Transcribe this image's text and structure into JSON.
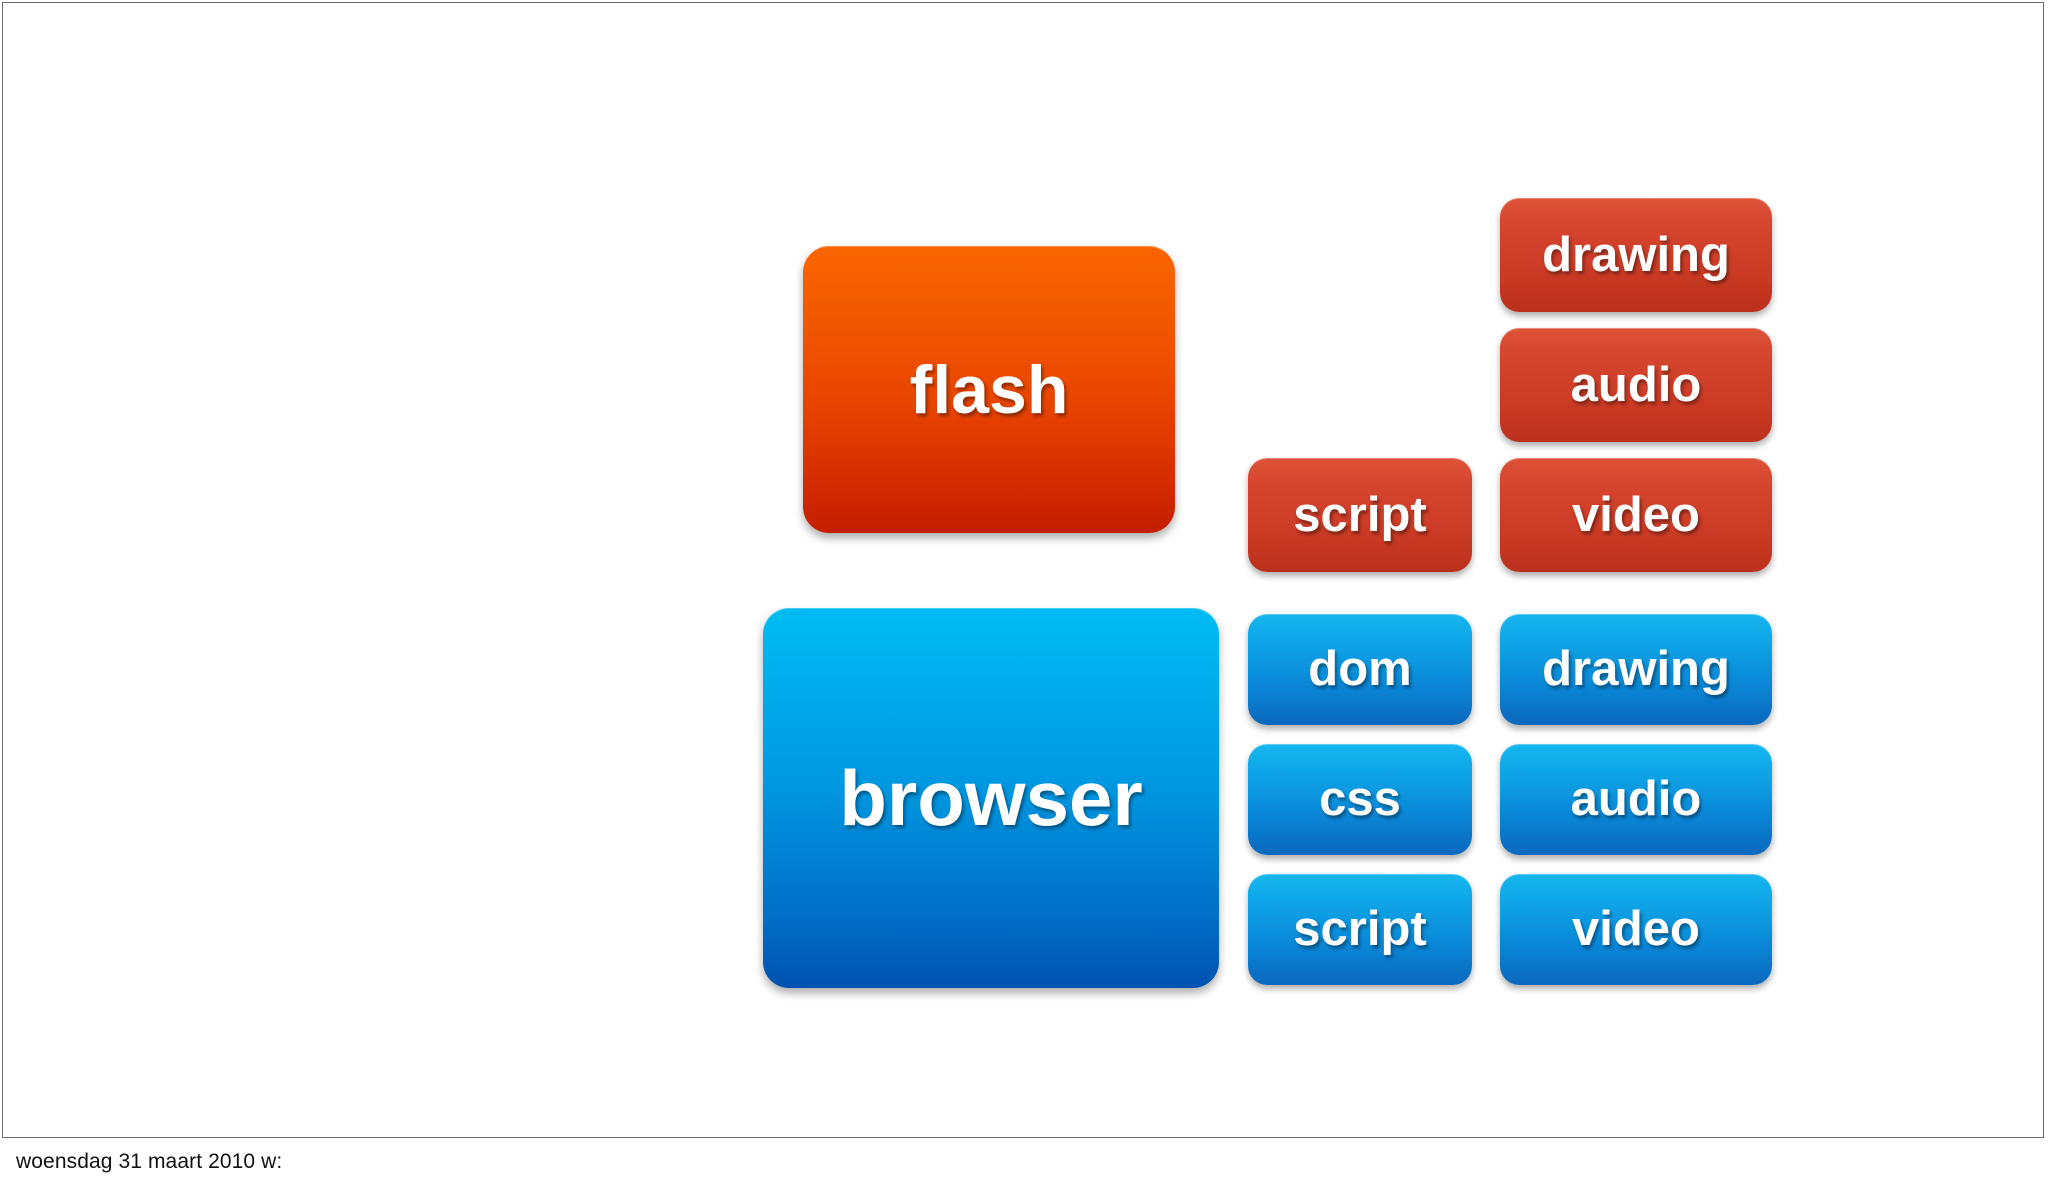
{
  "slide": {
    "background_color": "#ffffff",
    "border_color": "#6b6b70"
  },
  "footer": {
    "text": "woensdag 31 maart 2010 w:"
  },
  "diagram": {
    "title_blocks": [
      {
        "id": "flash",
        "label": "flash",
        "color": "#e84400"
      },
      {
        "id": "browser",
        "label": "browser",
        "color": "#0096e0"
      }
    ],
    "flash": {
      "label": "flash",
      "color_top": "#f96500",
      "color_bottom": "#c21e00",
      "features_inner": [
        {
          "label": "script"
        }
      ],
      "features_outer": [
        {
          "label": "drawing"
        },
        {
          "label": "audio"
        },
        {
          "label": "video"
        }
      ]
    },
    "browser": {
      "label": "browser",
      "color_top": "#00bcf2",
      "color_bottom": "#0052b0",
      "features_inner": [
        {
          "label": "dom"
        },
        {
          "label": "css"
        },
        {
          "label": "script"
        }
      ],
      "features_outer": [
        {
          "label": "drawing"
        },
        {
          "label": "audio"
        },
        {
          "label": "video"
        }
      ]
    }
  }
}
